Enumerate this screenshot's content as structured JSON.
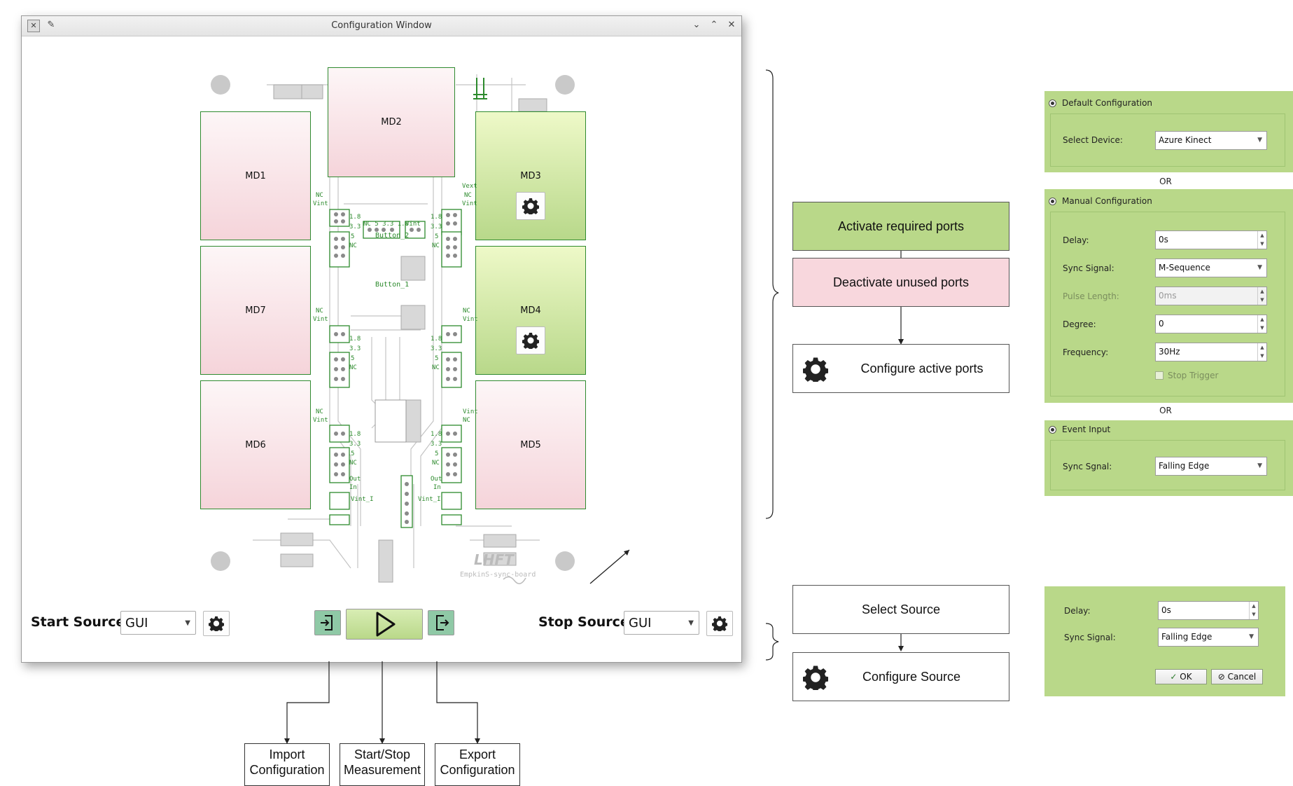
{
  "window": {
    "title": "Configuration Window"
  },
  "board": {
    "modules": {
      "md1": "MD1",
      "md2": "MD2",
      "md3": "MD3",
      "md4": "MD4",
      "md5": "MD5",
      "md6": "MD6",
      "md7": "MD7"
    },
    "labels": {
      "button2": "Button_2",
      "button1": "Button_1",
      "logo": "LHFT",
      "board_name": "EmpkinS-sync-board",
      "nc": "NC",
      "vint": "Vint",
      "vext": "Vext",
      "v18": "1.8",
      "v33": "3.3",
      "v5": "5",
      "out": "Out",
      "in": "In",
      "vint_i": "Vint_I",
      "header_row": "NC 5 3.3 1.8"
    }
  },
  "toolbar": {
    "start_label": "Start Source:",
    "start_value": "GUI",
    "stop_label": "Stop Source:",
    "stop_value": "GUI"
  },
  "callouts": {
    "import": [
      "Import",
      "Configuration"
    ],
    "startstop": [
      "Start/Stop",
      "Measurement"
    ],
    "export": [
      "Export",
      "Configuration"
    ]
  },
  "flow": {
    "activate": "Activate required ports",
    "deactivate": "Deactivate unused ports",
    "configure_ports": "Configure active ports",
    "select_source": "Select Source",
    "configure_source": "Configure Source"
  },
  "config_panel": {
    "default": {
      "title": "Default Configuration",
      "select_device_label": "Select Device:",
      "select_device_value": "Azure Kinect"
    },
    "or1": "OR",
    "manual": {
      "title": "Manual Configuration",
      "delay_label": "Delay:",
      "delay_value": "0s",
      "sync_label": "Sync Signal:",
      "sync_value": "M-Sequence",
      "pulse_label": "Pulse Length:",
      "pulse_value": "0ms",
      "degree_label": "Degree:",
      "degree_value": "0",
      "freq_label": "Frequency:",
      "freq_value": "30Hz",
      "stop_trigger": "Stop Trigger"
    },
    "or2": "OR",
    "event": {
      "title": "Event Input",
      "sync_label": "Sync Sgnal:",
      "sync_value": "Falling Edge"
    }
  },
  "source_dialog": {
    "delay_label": "Delay:",
    "delay_value": "0s",
    "sync_label": "Sync Signal:",
    "sync_value": "Falling Edge",
    "ok": "OK",
    "cancel": "Cancel"
  },
  "colors": {
    "active_green": "#b9d889",
    "inactive_pink": "#f8d7dd",
    "pcb_green": "#2c8a2c"
  }
}
